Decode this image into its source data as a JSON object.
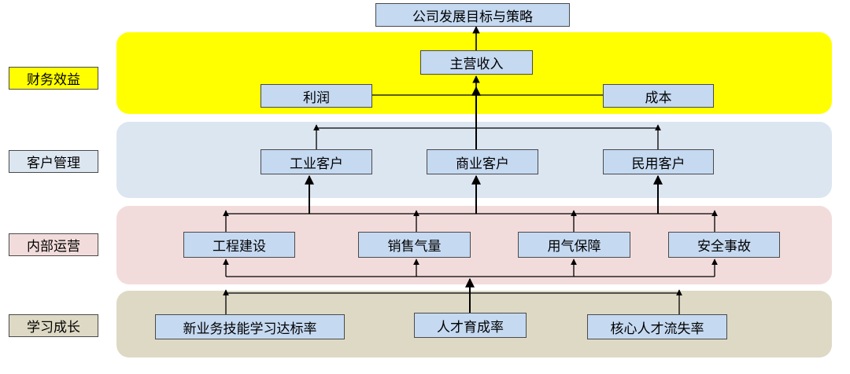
{
  "top_goal": "公司发展目标与策略",
  "perspectives": {
    "finance": "财务效益",
    "customer": "客户管理",
    "internal": "内部运营",
    "learning": "学习成长"
  },
  "finance": {
    "main_revenue": "主营收入",
    "profit": "利润",
    "cost": "成本"
  },
  "customers": [
    "工业客户",
    "商业客户",
    "民用客户"
  ],
  "operations": [
    "工程建设",
    "销售气量",
    "用气保障",
    "安全事故"
  ],
  "learning": [
    "新业务技能学习达标率",
    "人才育成率",
    "核心人才流失率"
  ],
  "colors": {
    "finance_band": "#ffff00",
    "customer_band": "#dce6f1",
    "internal_band": "#f2dcdb",
    "learning_band": "#ddd9c4",
    "box_fill": "#c5d9f1"
  }
}
